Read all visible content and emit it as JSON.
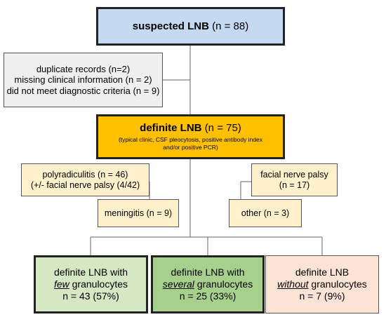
{
  "suspected": {
    "title": "suspected LNB",
    "count": "(n = 88)"
  },
  "excluded": {
    "lines": [
      "duplicate records (n=2)",
      "missing clinical information (n = 2)",
      "did not meet diagnostic criteria (n = 9)"
    ]
  },
  "definite": {
    "title": "definite LNB",
    "count": "(n = 75)",
    "criteria_line1": "(typical clinic, CSF pleocytosis, positive antibody index",
    "criteria_line2": "and/or positive PCR)"
  },
  "manifestations": {
    "polyradiculitis": {
      "line1": "polyradiculitis (n = 46)",
      "line2": "(+/- facial nerve palsy (4/42)"
    },
    "facial": {
      "line1": "facial nerve palsy",
      "line2": "(n = 17)"
    },
    "meningitis": {
      "label": "meningitis (n = 9)"
    },
    "other": {
      "label": "other (n = 3)"
    }
  },
  "groups": {
    "few": {
      "line1": "definite LNB with",
      "emph": "few",
      "rest": " granulocytes",
      "count": "n = 43 (57%)"
    },
    "several": {
      "line1": "definite LNB with",
      "emph": "several",
      "rest": " granulocytes",
      "count": "n = 25 (33%)"
    },
    "without": {
      "line1": "definite LNB",
      "emph": "without",
      "rest": " granulocytes",
      "count": "n = 7 (9%)"
    }
  }
}
